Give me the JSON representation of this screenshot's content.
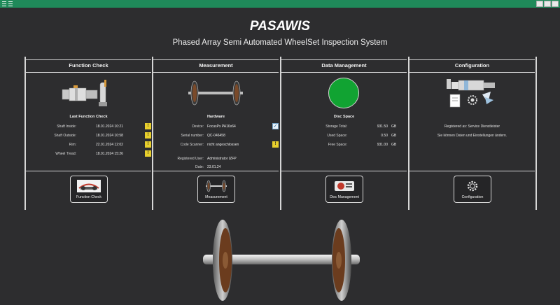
{
  "app": {
    "title": "PASAWIS",
    "subtitle": "Phased Array Semi Automated WheelSet Inspection System"
  },
  "colors": {
    "titlebar": "#1f8a5a",
    "warning": "#e8cf2c",
    "disc_space": "#11a332",
    "background": "#2d2d2f"
  },
  "panels": {
    "function_check": {
      "title": "Function Check",
      "subtitle": "Last Function Check",
      "rows": [
        {
          "label": "Shaft Inside:",
          "value": "18.01.2024 10:21",
          "warning": "!"
        },
        {
          "label": "Shaft Outside:",
          "value": "18.01.2024 10:58",
          "warning": "!"
        },
        {
          "label": "Rim:",
          "value": "22.01.2024 12:02",
          "warning": "!"
        },
        {
          "label": "Wheel Tread:",
          "value": "18.01.2024 15:26",
          "warning": "!"
        }
      ],
      "button_label": "Function Check",
      "image_icon": "probe-icon"
    },
    "measurement": {
      "title": "Measurement",
      "subtitle": "Hardware",
      "rows": [
        {
          "label": "Device:",
          "value": "FocusPx PA16x64"
        },
        {
          "label": "Serial number:",
          "value": "QC-046458"
        },
        {
          "label": "Code Scanner:",
          "value": "nicht angeschlossen"
        },
        {
          "label": "Registered User:",
          "value": "Administrator IZFP"
        },
        {
          "label": "Date:",
          "value": "23.01.24"
        }
      ],
      "device_checked": "✓",
      "scanner_warning": "!",
      "button_label": "Measurement",
      "image_icon": "wheelset-icon"
    },
    "data_management": {
      "title": "Data Management",
      "subtitle": "Disc Space",
      "rows": [
        {
          "label": "Storage Total:",
          "value": "931.50",
          "unit": "GB"
        },
        {
          "label": "Used Space:",
          "value": "0.50",
          "unit": "GB"
        },
        {
          "label": "Free Space:",
          "value": "931.00",
          "unit": "GB"
        }
      ],
      "disc_used_fraction": 0.0005,
      "button_label": "Disc Management",
      "image_icon": "disc-pie-icon"
    },
    "configuration": {
      "title": "Configuration",
      "registered_as": "Registered as:  Service Dienstleister",
      "note": "Sie können Daten und Einstellungen ändern.",
      "button_label": "Configuration",
      "image_icon": "config-tools-icon"
    }
  }
}
